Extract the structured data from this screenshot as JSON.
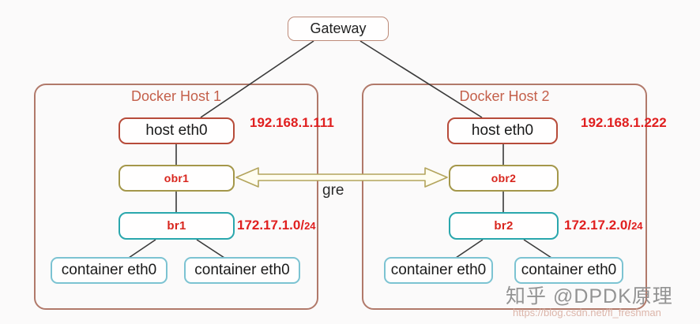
{
  "gateway": {
    "label": "Gateway"
  },
  "gre_label": "gre",
  "hosts": [
    {
      "title": "Docker Host 1",
      "host_interface": "host eth0",
      "host_ip": "192.168.1.111",
      "ovs_bridge": "obr1",
      "docker_bridge": "br1",
      "subnet_base": "172.17.1.0/",
      "subnet_mask": "24",
      "containers": [
        "container eth0",
        "container eth0"
      ]
    },
    {
      "title": "Docker Host 2",
      "host_interface": "host eth0",
      "host_ip": "192.168.1.222",
      "ovs_bridge": "obr2",
      "docker_bridge": "br2",
      "subnet_base": "172.17.2.0/",
      "subnet_mask": "24",
      "containers": [
        "container eth0",
        "container eth0"
      ]
    }
  ],
  "watermark": {
    "brand": "知乎 @DPDK原理",
    "url": "https://blog.csdn.net/fl_freshman"
  },
  "colors": {
    "host_box_border": "#b1796a",
    "gateway_border": "#bd8a78",
    "host_eth_border": "#b74b3a",
    "ovs_bridge_border": "#a4974a",
    "docker_bridge_border": "#2aa7ad",
    "container_border": "#7cc3d2",
    "red_text": "#e01f1f",
    "host_title_text": "#c4604b",
    "gre_arrow_outline": "#b3a45c",
    "gre_arrow_fill": "#fffdf0",
    "connector_line": "#3a3a3a"
  }
}
